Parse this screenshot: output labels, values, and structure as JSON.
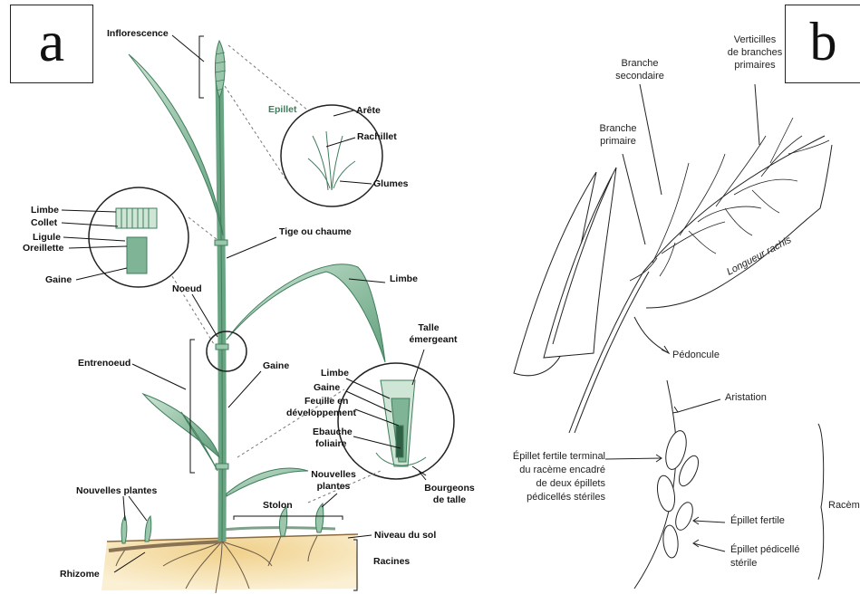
{
  "panel_a": {
    "letter": "a",
    "labels": {
      "inflorescence": "Inflorescence",
      "epillet": "Epillet",
      "arete": "Arête",
      "rachillet": "Rachillet",
      "glumes": "Glumes",
      "limbe_top": "Limbe",
      "collet": "Collet",
      "ligule": "Ligule",
      "oreillette": "Oreillette",
      "gaine_circle": "Gaine",
      "tige": "Tige ou chaume",
      "noeud": "Noeud",
      "limbe_right": "Limbe",
      "talle_line1": "Talle",
      "talle_line2": "émergeant",
      "entrenoeud": "Entrenoeud",
      "gaine_stem": "Gaine",
      "limbe_inset": "Limbe",
      "gaine_inset": "Gaine",
      "feuille_line1": "Feuille en",
      "feuille_line2": "développement",
      "ebauche_line1": "Ebauche",
      "ebauche_line2": "foliaire",
      "bourgeons_line1": "Bourgeons",
      "bourgeons_line2": "de talle",
      "nouvelles_left": "Nouvelles plantes",
      "nouvelles_right_line1": "Nouvelles",
      "nouvelles_right_line2": "plantes",
      "stolon": "Stolon",
      "niveau": "Niveau du sol",
      "rhizome": "Rhizome",
      "racines": "Racines"
    }
  },
  "panel_b": {
    "letter": "b",
    "labels": {
      "branche_sec_1": "Branche",
      "branche_sec_2": "secondaire",
      "verticilles_1": "Verticilles",
      "verticilles_2": "de branches",
      "verticilles_3": "primaires",
      "branche_prim_1": "Branche",
      "branche_prim_2": "primaire",
      "longueur": "Longueur rachis",
      "pedoncule": "Pédoncule",
      "aristation": "Aristation",
      "epillet_terminal_1": "Épillet fertile terminal",
      "epillet_terminal_2": "du racème encadré",
      "epillet_terminal_3": "de deux épillets",
      "epillet_terminal_4": "pédicellés stériles",
      "epillet_fertile": "Épillet fertile",
      "epillet_pedicelle_1": "Épillet pédicellé",
      "epillet_pedicelle_2": "stérile",
      "raceme": "Racèm"
    }
  },
  "colors": {
    "leaf_light": "#b9d9c4",
    "leaf_mid": "#7fb596",
    "leaf_dark": "#3f7d5c",
    "soil": "#f2d9a0",
    "line": "#222222"
  }
}
